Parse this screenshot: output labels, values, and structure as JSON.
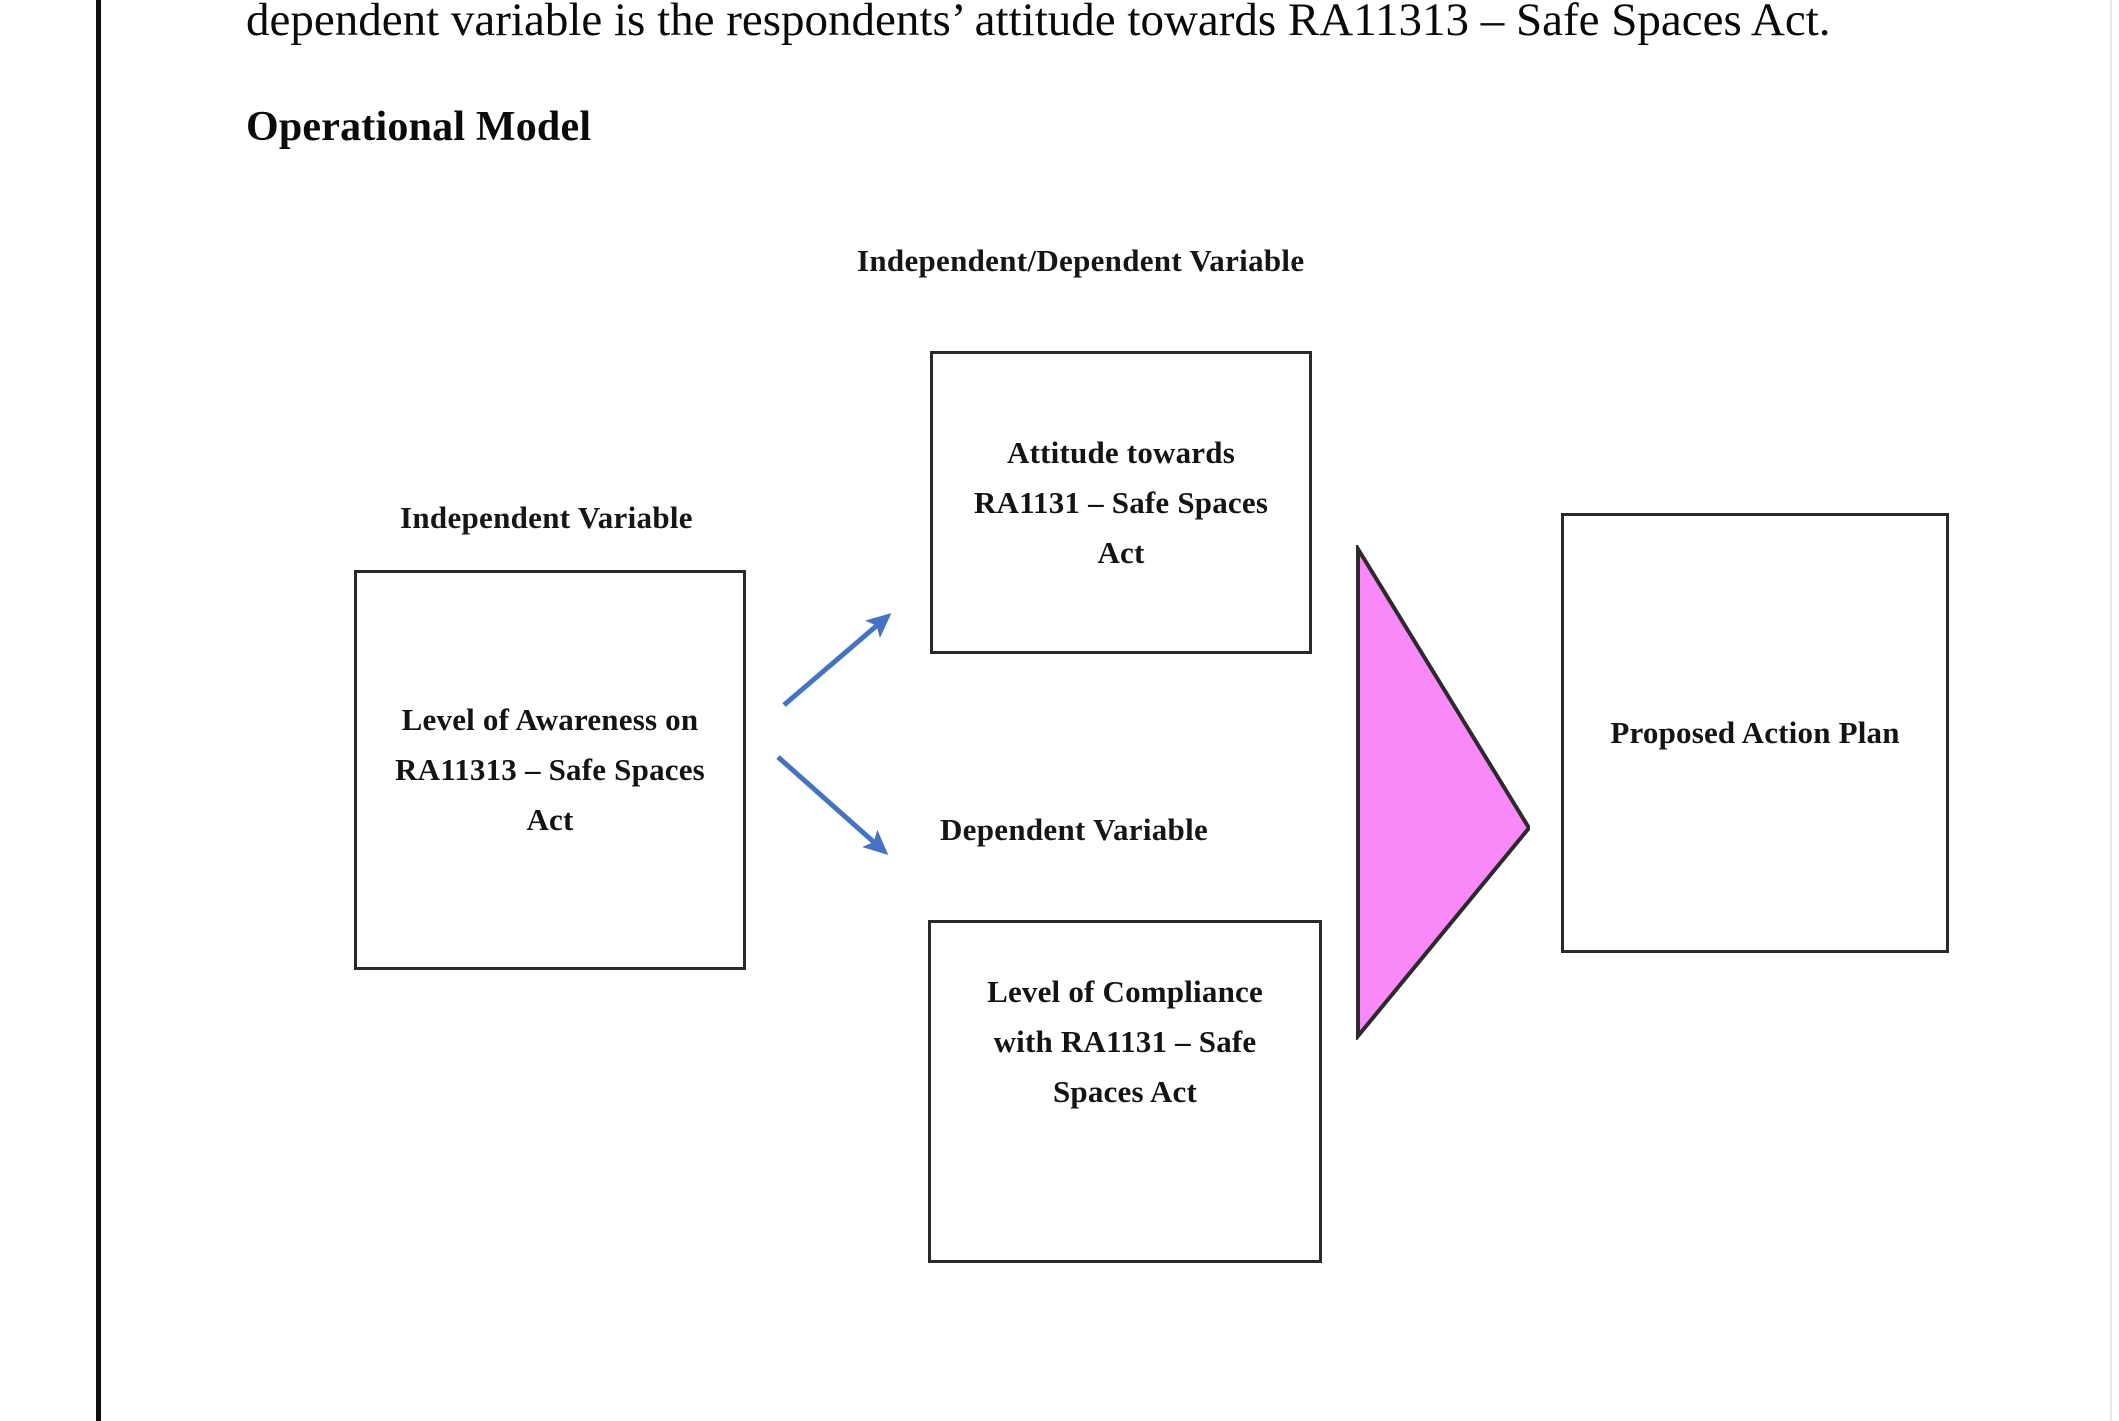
{
  "document": {
    "paragraph_text": "dependent variable is the respondents’ attitude towards RA11313 – Safe Spaces Act.",
    "section_heading": "Operational Model"
  },
  "diagram": {
    "labels": {
      "independent_dependent": "Independent/Dependent Variable",
      "independent": "Independent Variable",
      "dependent": "Dependent Variable"
    },
    "nodes": {
      "independent_variable": "Level of Awareness on RA11313 – Safe Spaces Act",
      "attitude": "Attitude towards RA1131 – Safe Spaces Act",
      "compliance": "Level of Compliance with RA1131 – Safe Spaces Act",
      "action_plan": "Proposed Action Plan"
    },
    "colors": {
      "arrow_blue": "#4472c4",
      "chevron_pink": "#f988f9",
      "chevron_outline": "#2b2b2b",
      "box_border": "#2a2a2a",
      "text": "#141414",
      "page_rule": "#0d0d0d"
    }
  }
}
